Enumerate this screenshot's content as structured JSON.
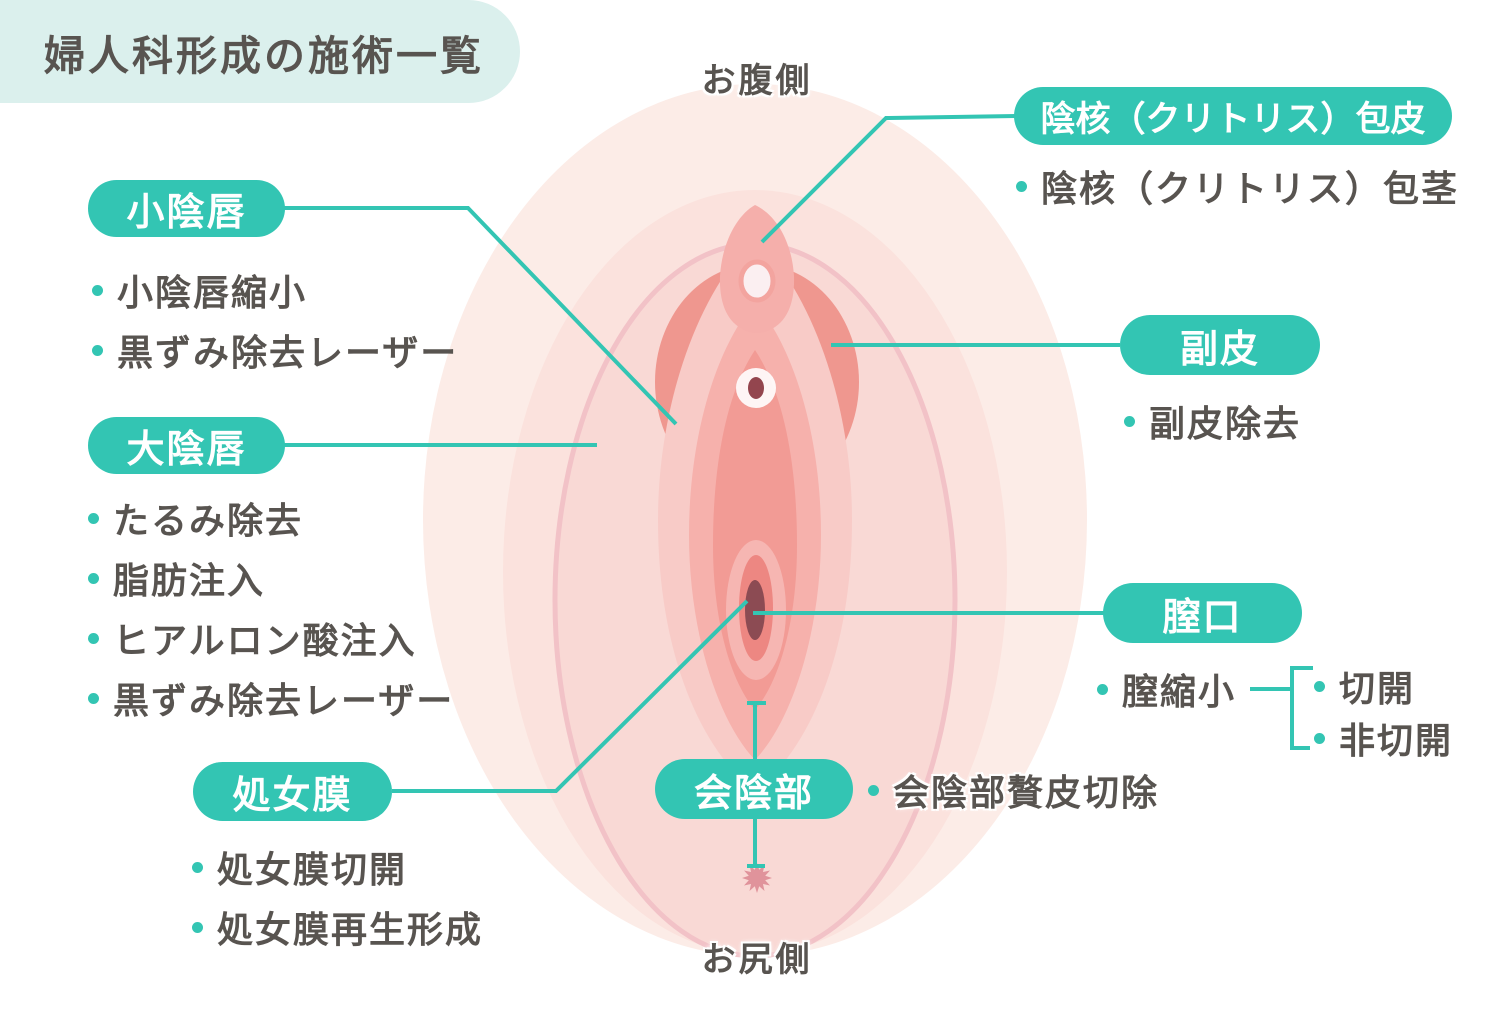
{
  "title": "婦人科形成の施術一覧",
  "orientation": {
    "top_label": "お腹側",
    "bottom_label": "お尻側"
  },
  "labels": [
    {
      "badge": "小陰唇",
      "items": [
        "小陰唇縮小",
        "黒ずみ除去レーザー"
      ]
    },
    {
      "badge": "大陰唇",
      "items": [
        "たるみ除去",
        "脂肪注入",
        "ヒアルロン酸注入",
        "黒ずみ除去レーザー"
      ]
    },
    {
      "badge": "処女膜",
      "items": [
        "処女膜切開",
        "処女膜再生形成"
      ]
    },
    {
      "badge": "陰核（クリトリス）包皮",
      "items": [
        "陰核（クリトリス）包茎"
      ]
    },
    {
      "badge": "副皮",
      "items": [
        "副皮除去"
      ]
    },
    {
      "badge": "膣口",
      "items": [
        "膣縮小"
      ],
      "sub_items": [
        "切開",
        "非切開"
      ]
    },
    {
      "badge": "会陰部",
      "items": [
        "会陰部贅皮切除"
      ]
    }
  ],
  "colors": {
    "teal": "#33C5B3",
    "text_dark": "#585450",
    "badge_text": "#FFFFFF",
    "title_bg": "#DBF0ED",
    "halo": "#FFFFFF",
    "ill_outer": "#FCECE7",
    "ill_mid": "#FBE2DD",
    "ill_majora": "#F9D9D5",
    "ill_majora_stroke": "#F2C2C7",
    "ill_accessory": "#EF978F",
    "ill_petal_outer": "#F8CBC7",
    "ill_petal_mid": "#F6B1AC",
    "ill_petal_inner": "#F29B95",
    "ill_hood": "#F5AFAB",
    "ill_glans": "#FBEFF1",
    "ill_glans_ring": "#F3A49F",
    "ill_ring": "#F6B6B2",
    "ill_opening": "#ED8782",
    "ill_opening_dark": "#8C4B53",
    "ill_urethra": "#93454E",
    "ill_anus": "#E0939B"
  }
}
